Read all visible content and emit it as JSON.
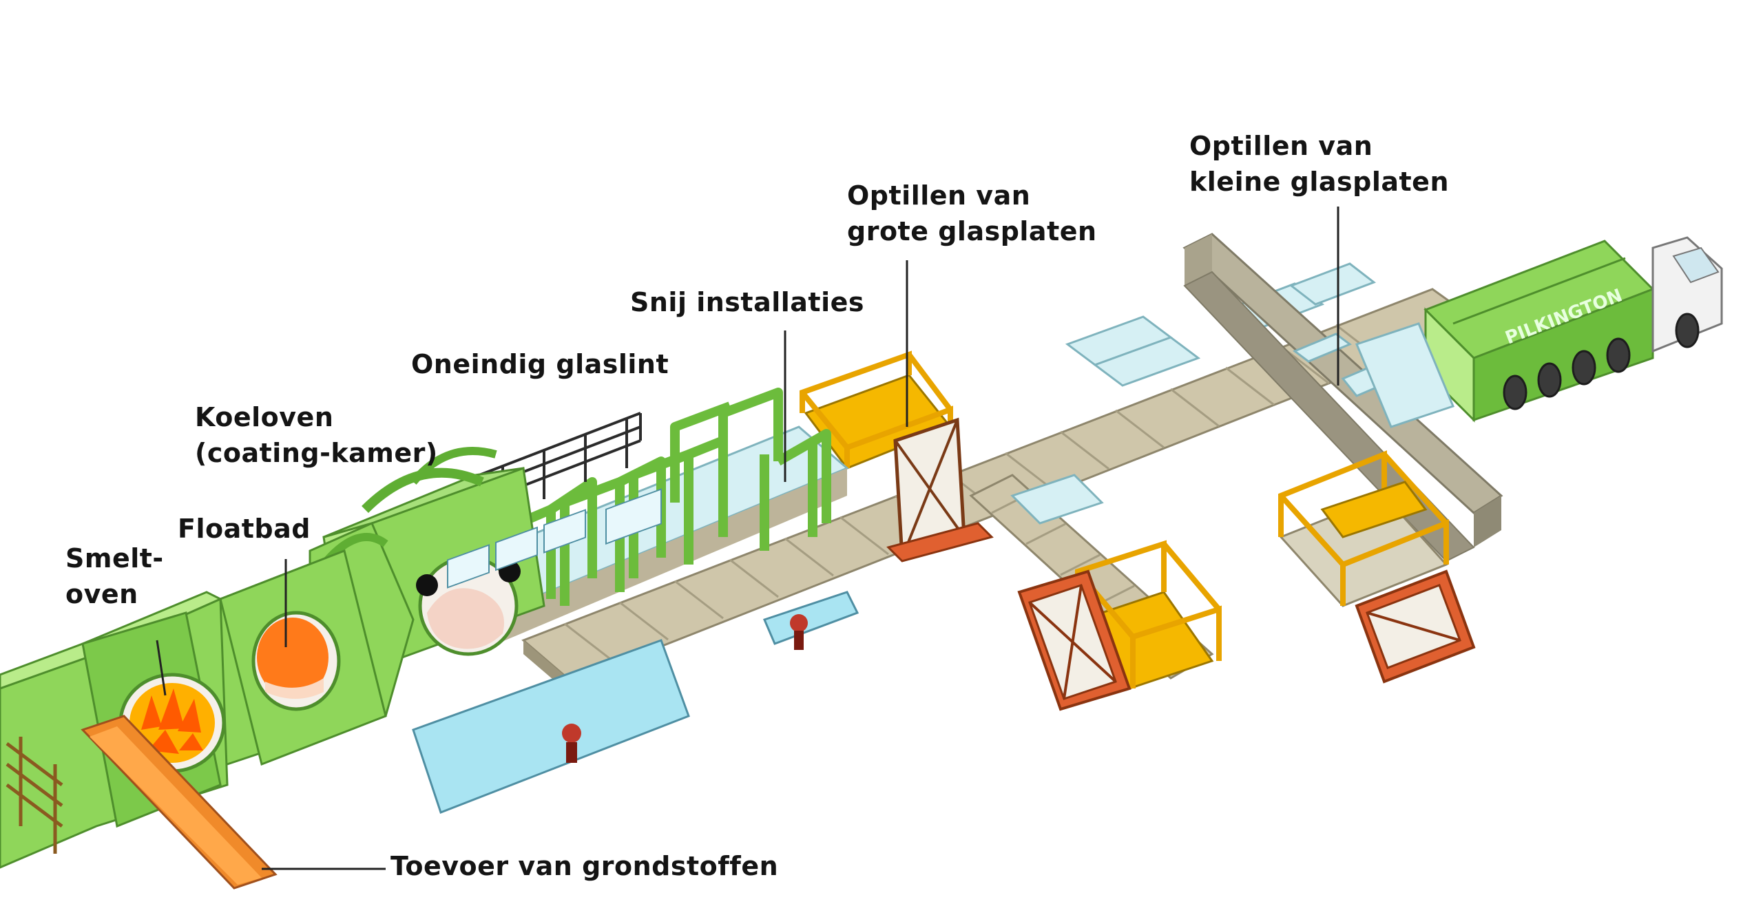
{
  "labels": {
    "smeltoven": [
      "Smelt-",
      "oven"
    ],
    "floatbad": "Floatbad",
    "koeloven": [
      "Koeloven",
      "(coating-kamer)"
    ],
    "glaslint": "Oneindig glaslint",
    "snij": "Snij installaties",
    "grote": [
      "Optillen van",
      "grote glasplaten"
    ],
    "kleine": [
      "Optillen van",
      "kleine glasplaten"
    ],
    "toevoer": "Toevoer van grondstoffen"
  },
  "truck_text": "PILKINGTON",
  "colors": {
    "green": "#8fd65a",
    "green_dark": "#5fae33",
    "green_light": "#b9ec8a",
    "fire": "#ff7a1a",
    "glass": "#d6f0f4",
    "conveyor": "#cfc6aa",
    "gantry": "#b9b39c",
    "yellow": "#f5b800",
    "red_frame": "#e06030",
    "console": "#a9e4f2"
  }
}
